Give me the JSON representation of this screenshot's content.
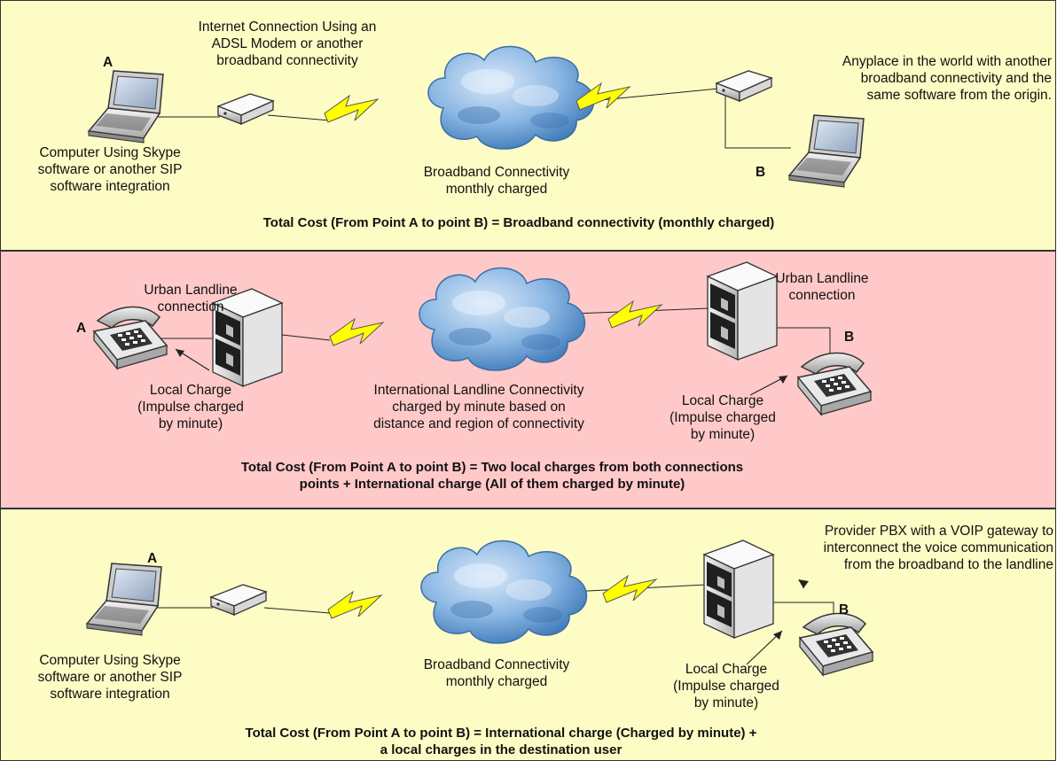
{
  "colors": {
    "panel_internet": "#fdfcc5",
    "panel_landline": "#ffc9c9",
    "panel_voip": "#fdfcc5",
    "bolt": "#ffff00",
    "cloud": "#7fb0e0"
  },
  "icons": [
    "laptop-icon",
    "modem-icon",
    "cloud-icon",
    "lightning-icon",
    "telephone-icon",
    "pbx-server-icon"
  ],
  "panel1": {
    "point_a": "A",
    "point_b": "B",
    "modem_note": [
      "Internet Connection Using an",
      "ADSL Modem or another",
      "broadband connectivity"
    ],
    "computer_note": [
      "Computer Using Skype",
      "software or another SIP",
      "software integration"
    ],
    "cloud_note": [
      "Broadband Connectivity",
      "monthly charged"
    ],
    "remote_note": [
      "Anyplace in the world with another",
      "broadband connectivity and the",
      "same software from the origin."
    ],
    "total": "Total Cost (From Point A to point B) = Broadband connectivity (monthly charged)"
  },
  "panel2": {
    "point_a": "A",
    "point_b": "B",
    "left_urban": [
      "Urban Landline",
      "connection"
    ],
    "right_urban": [
      "Urban Landline",
      "connection"
    ],
    "left_local": [
      "Local Charge",
      "(Impulse charged",
      "by minute)"
    ],
    "right_local": [
      "Local Charge",
      "(Impulse charged",
      "by minute)"
    ],
    "cloud_note": [
      "International Landline Connectivity",
      "charged by minute based on",
      "distance and region of connectivity"
    ],
    "total": [
      "Total Cost (From Point A to point B) = Two local charges from both connections",
      "points + International charge (All of them charged by minute)"
    ]
  },
  "panel3": {
    "point_a": "A",
    "point_b": "B",
    "pbx_note": [
      "Provider PBX with a VOIP gateway to",
      "interconnect the voice communication",
      "from the broadband to the landline"
    ],
    "computer_note": [
      "Computer Using Skype",
      "software or another SIP",
      "software integration"
    ],
    "cloud_note": [
      "Broadband Connectivity",
      "monthly charged"
    ],
    "local_note": [
      "Local Charge",
      "(Impulse charged",
      "by minute)"
    ],
    "total": [
      "Total Cost (From Point A to point B) = International charge (Charged by minute) +",
      "a local charges in the destination user"
    ]
  }
}
